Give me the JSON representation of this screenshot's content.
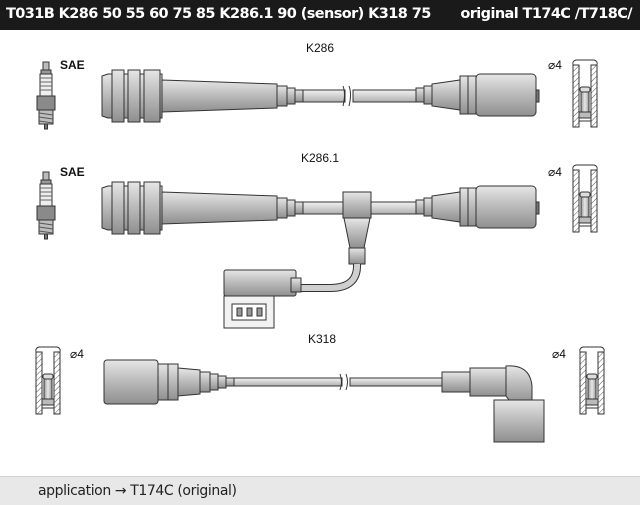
{
  "header": {
    "left_text": "T031B   K286   50 55 60 75 85   K286.1 90 (sensor)   K318 75",
    "right_text": "original T174C /T718C/"
  },
  "diagram": {
    "sections": [
      {
        "label": "K286",
        "spark_plug_label": "SAE",
        "terminal_label": "⌀4"
      },
      {
        "label": "K286.1",
        "spark_plug_label": "SAE",
        "terminal_label": "⌀4"
      },
      {
        "label": "K318",
        "terminal_left_label": "⌀4",
        "terminal_right_label": "⌀4"
      }
    ]
  },
  "footer": {
    "text": "application → T174C (original)"
  },
  "colors": {
    "header_bg": "#1a1a1a",
    "footer_bg": "#e8e8e8",
    "part_fill": "#c9c9c9",
    "part_stroke": "#333333"
  }
}
